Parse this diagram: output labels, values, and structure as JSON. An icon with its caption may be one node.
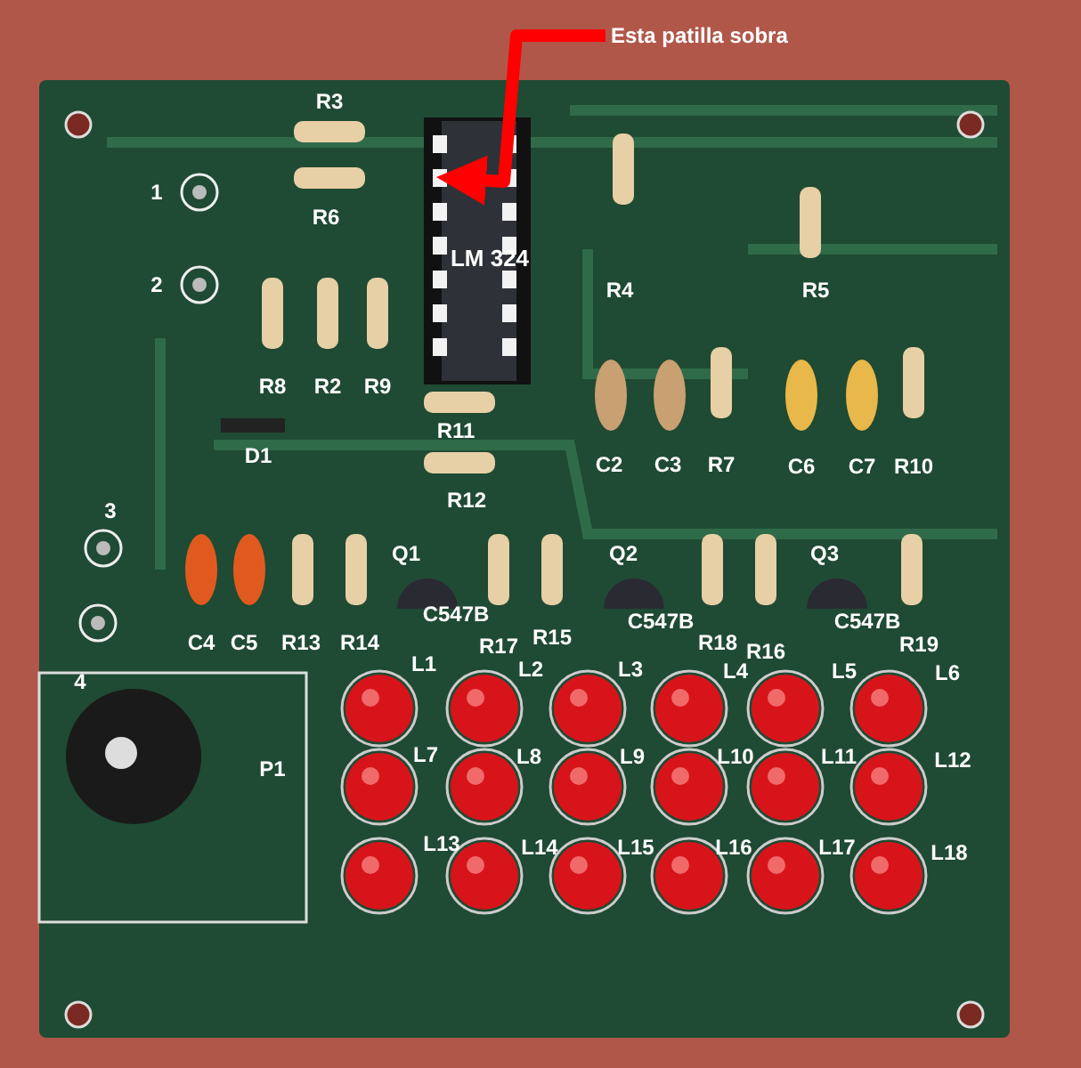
{
  "diagram": {
    "nodes": [
      {
        "text": [
          "Esta patilla sobra"
        ]
      },
      {
        "text": [],
        "shape": "box"
      }
    ],
    "edges": [
      {
        "from": 0,
        "to": 1,
        "arrow": "to"
      }
    ],
    "labels": [
      "R3",
      "1",
      "R6",
      "LM 324",
      "2",
      "R4",
      "R5",
      "R8",
      "R2",
      "R9",
      "R11",
      "D1",
      "C2",
      "C3",
      "R7",
      "C6",
      "C7",
      "R10",
      "R12",
      "3",
      "Q1",
      "Q2",
      "Q3",
      "C547B",
      "C547B",
      "C547B",
      "C4",
      "C5",
      "R13",
      "R14",
      "R17",
      "R15",
      "R18",
      "R16",
      "R19",
      "4",
      "L1",
      "L2",
      "L3",
      "L4",
      "L5",
      "L6",
      "L7",
      "L8",
      "L9",
      "L10",
      "L11",
      "L12",
      "P1",
      "L13",
      "L14",
      "L15",
      "L16",
      "L17",
      "L18"
    ]
  }
}
